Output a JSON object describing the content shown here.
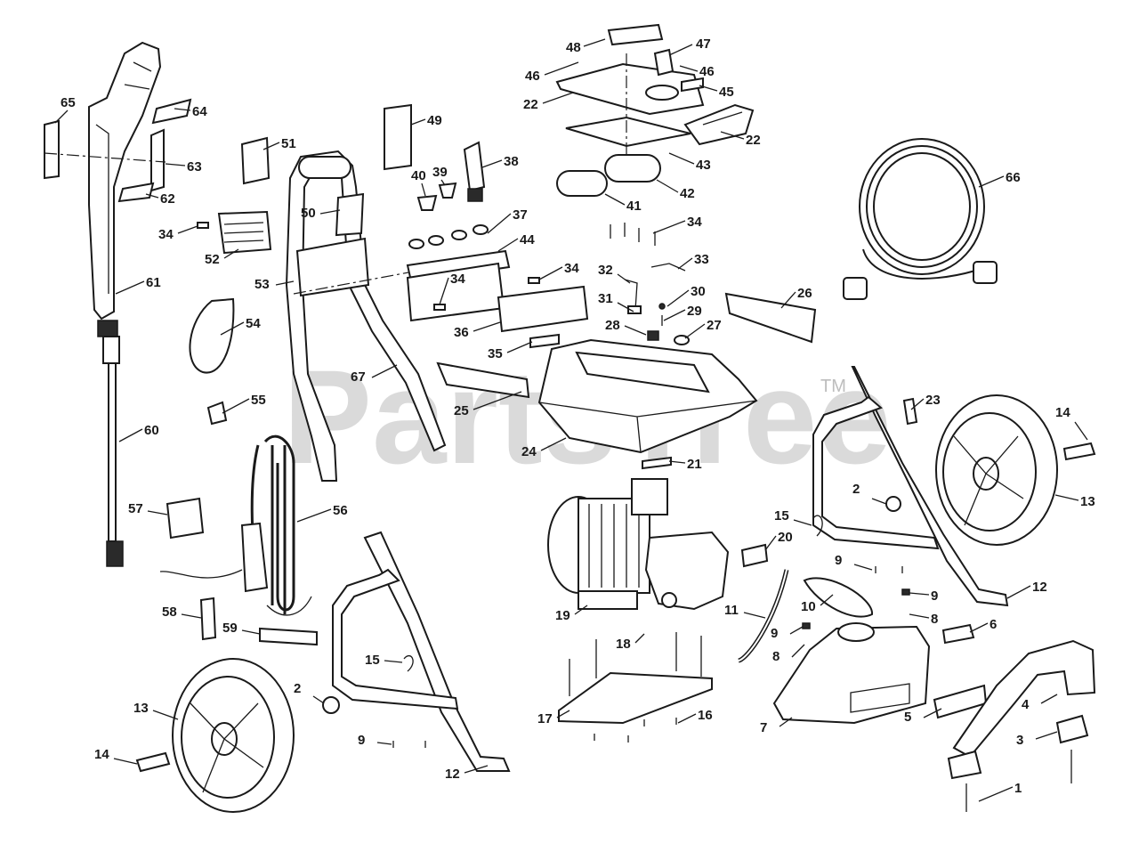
{
  "watermark": {
    "text": "PartsTree",
    "trademark": "TM"
  },
  "labels": [
    "1",
    "2",
    "3",
    "4",
    "5",
    "6",
    "7",
    "8",
    "9",
    "10",
    "11",
    "12",
    "13",
    "14",
    "15",
    "16",
    "17",
    "18",
    "19",
    "20",
    "21",
    "22",
    "23",
    "24",
    "25",
    "26",
    "27",
    "28",
    "29",
    "30",
    "31",
    "32",
    "33",
    "34",
    "35",
    "36",
    "37",
    "38",
    "39",
    "40",
    "41",
    "42",
    "43",
    "44",
    "45",
    "46",
    "47",
    "48",
    "49",
    "50",
    "51",
    "52",
    "53",
    "54",
    "55",
    "56",
    "57",
    "58",
    "59",
    "60",
    "61",
    "62",
    "63",
    "64",
    "65",
    "66",
    "67"
  ]
}
